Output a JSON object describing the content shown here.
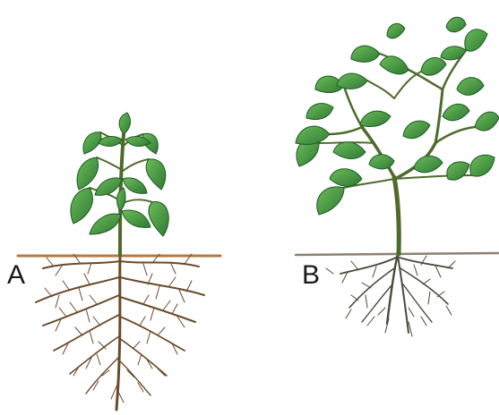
{
  "plants": [
    {
      "id": "A",
      "label": "A"
    },
    {
      "id": "B",
      "label": "B"
    }
  ],
  "colors": {
    "leaf_dark": "#2f7a34",
    "leaf_light": "#5cab4e",
    "leaf_vein": "#1f5a24",
    "stem": "#4f6b2c",
    "root_brown": "#6b4a2a",
    "root_dark": "#4a4a3a",
    "soil_line_a": "#b07a45",
    "soil_line_b": "#8a8270",
    "label_text": "#1a1a1a"
  }
}
